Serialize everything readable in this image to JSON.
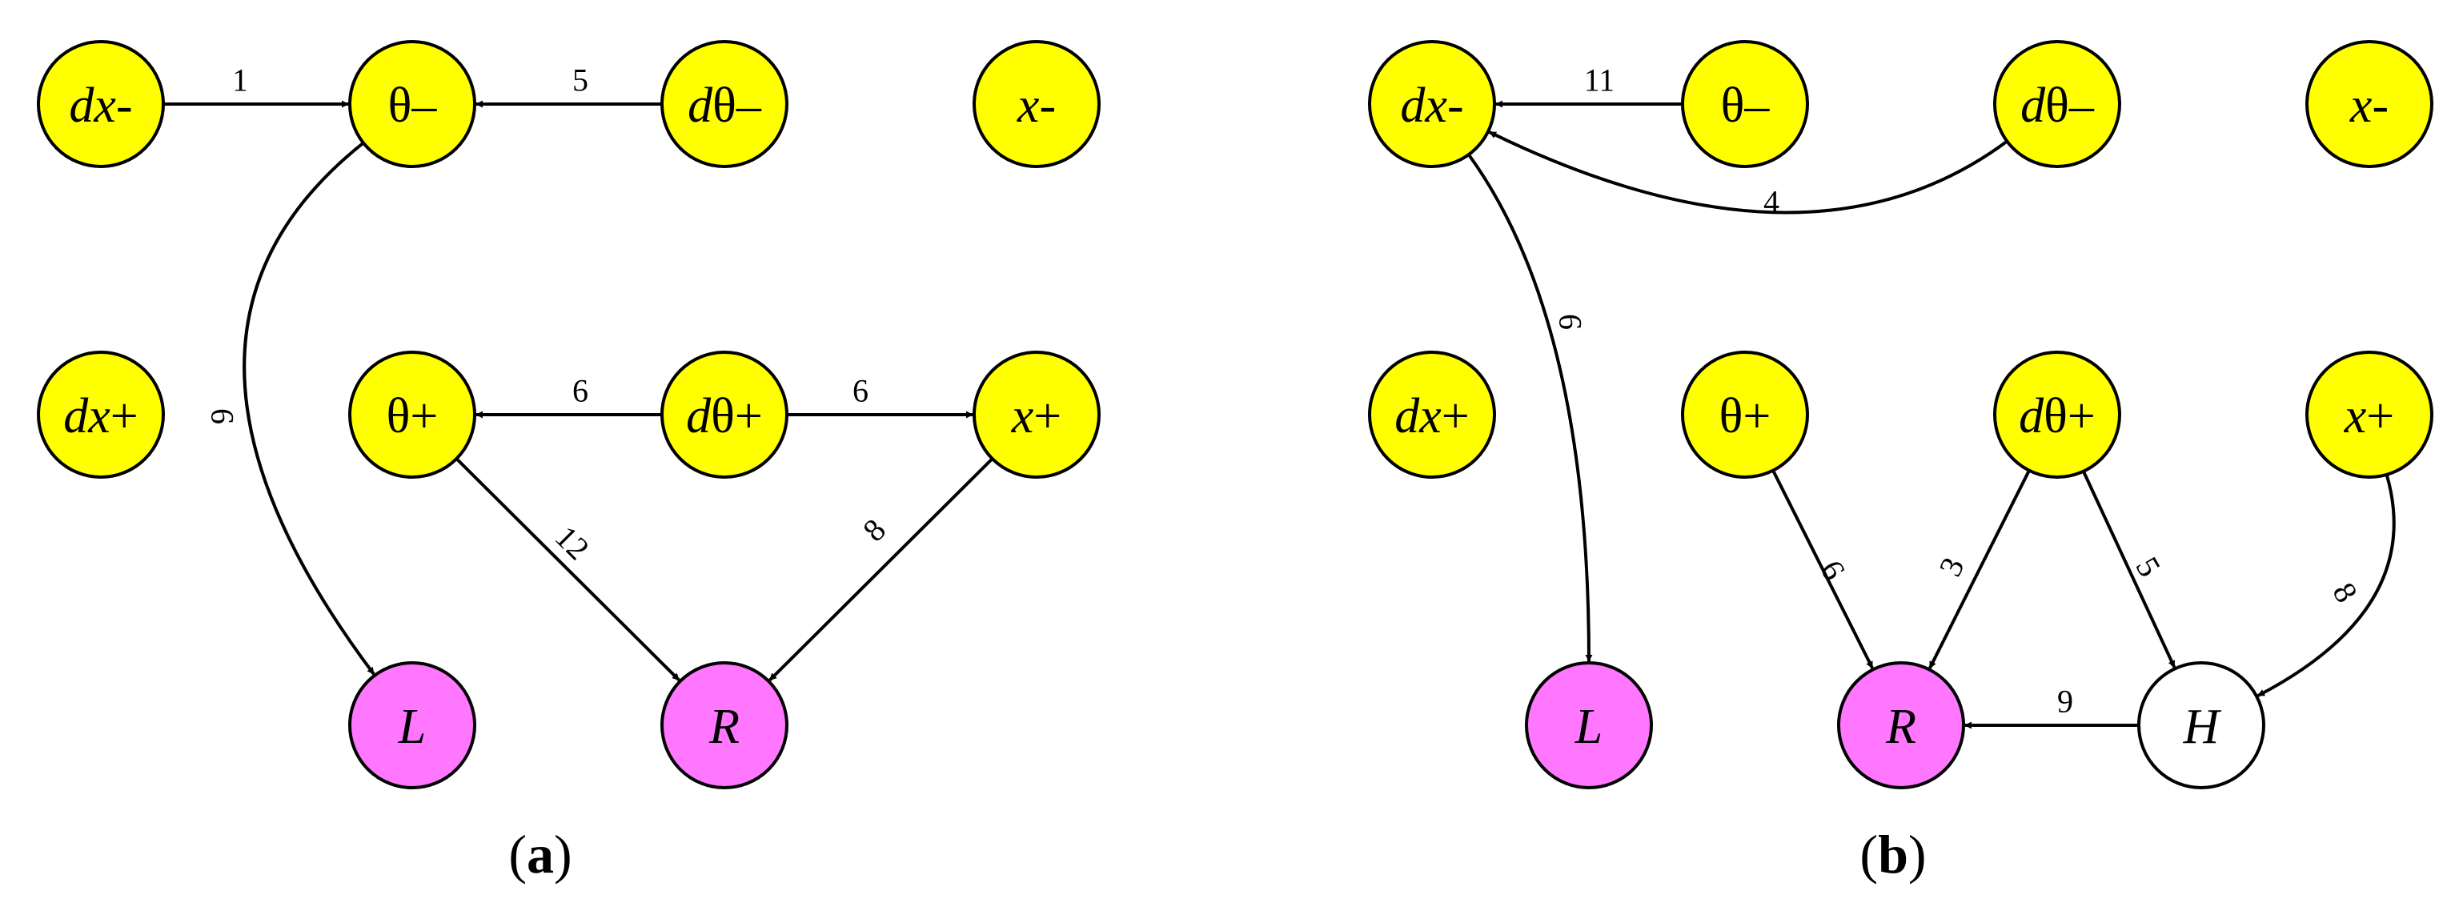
{
  "colors": {
    "input_node": "#ffff00",
    "output_node": "#ff77ff",
    "hidden_node": "#ffffff",
    "stroke": "#000000"
  },
  "panels": [
    {
      "id": "a",
      "caption": {
        "open": "(",
        "letter": "a",
        "close": ")"
      },
      "nodes": [
        {
          "id": "dxm",
          "prefix": "d",
          "main": "x",
          "suffix": "-",
          "italic_main": true,
          "type": "input"
        },
        {
          "id": "thm",
          "prefix": "",
          "main": "θ",
          "suffix": "–",
          "italic_main": false,
          "type": "input"
        },
        {
          "id": "dthm",
          "prefix": "d",
          "main": "θ",
          "suffix": "–",
          "italic_main": false,
          "type": "input"
        },
        {
          "id": "xm",
          "prefix": "",
          "main": "x",
          "suffix": "-",
          "italic_main": true,
          "type": "input"
        },
        {
          "id": "dxp",
          "prefix": "d",
          "main": "x",
          "suffix": "+",
          "italic_main": true,
          "type": "input"
        },
        {
          "id": "thp",
          "prefix": "",
          "main": "θ",
          "suffix": "+",
          "italic_main": false,
          "type": "input"
        },
        {
          "id": "dthp",
          "prefix": "d",
          "main": "θ",
          "suffix": "+",
          "italic_main": false,
          "type": "input"
        },
        {
          "id": "xp",
          "prefix": "",
          "main": "x",
          "suffix": "+",
          "italic_main": true,
          "type": "input"
        },
        {
          "id": "L",
          "prefix": "",
          "main": "L",
          "suffix": "",
          "italic_main": true,
          "type": "output"
        },
        {
          "id": "R",
          "prefix": "",
          "main": "R",
          "suffix": "",
          "italic_main": true,
          "type": "output"
        }
      ],
      "edges": [
        {
          "from": "dxm",
          "to": "thm",
          "weight": "1"
        },
        {
          "from": "dthm",
          "to": "thm",
          "weight": "5"
        },
        {
          "from": "thm",
          "to": "L",
          "weight": "6"
        },
        {
          "from": "dthp",
          "to": "thp",
          "weight": "6"
        },
        {
          "from": "dthp",
          "to": "xp",
          "weight": "6"
        },
        {
          "from": "thp",
          "to": "R",
          "weight": "12"
        },
        {
          "from": "xp",
          "to": "R",
          "weight": "8"
        }
      ]
    },
    {
      "id": "b",
      "caption": {
        "open": "(",
        "letter": "b",
        "close": ")"
      },
      "nodes": [
        {
          "id": "dxm",
          "prefix": "d",
          "main": "x",
          "suffix": "-",
          "italic_main": true,
          "type": "input"
        },
        {
          "id": "thm",
          "prefix": "",
          "main": "θ",
          "suffix": "–",
          "italic_main": false,
          "type": "input"
        },
        {
          "id": "dthm",
          "prefix": "d",
          "main": "θ",
          "suffix": "–",
          "italic_main": false,
          "type": "input"
        },
        {
          "id": "xm",
          "prefix": "",
          "main": "x",
          "suffix": "-",
          "italic_main": true,
          "type": "input"
        },
        {
          "id": "dxp",
          "prefix": "d",
          "main": "x",
          "suffix": "+",
          "italic_main": true,
          "type": "input"
        },
        {
          "id": "thp",
          "prefix": "",
          "main": "θ",
          "suffix": "+",
          "italic_main": false,
          "type": "input"
        },
        {
          "id": "dthp",
          "prefix": "d",
          "main": "θ",
          "suffix": "+",
          "italic_main": false,
          "type": "input"
        },
        {
          "id": "xp",
          "prefix": "",
          "main": "x",
          "suffix": "+",
          "italic_main": true,
          "type": "input"
        },
        {
          "id": "L",
          "prefix": "",
          "main": "L",
          "suffix": "",
          "italic_main": true,
          "type": "output"
        },
        {
          "id": "R",
          "prefix": "",
          "main": "R",
          "suffix": "",
          "italic_main": true,
          "type": "output"
        },
        {
          "id": "H",
          "prefix": "",
          "main": "H",
          "suffix": "",
          "italic_main": true,
          "type": "hidden"
        }
      ],
      "edges": [
        {
          "from": "thm",
          "to": "dxm",
          "weight": "11"
        },
        {
          "from": "dthm",
          "to": "dxm",
          "weight": "4"
        },
        {
          "from": "dxm",
          "to": "L",
          "weight": "6"
        },
        {
          "from": "thp",
          "to": "R",
          "weight": "6"
        },
        {
          "from": "dthp",
          "to": "R",
          "weight": "3"
        },
        {
          "from": "dthp",
          "to": "H",
          "weight": "5"
        },
        {
          "from": "xp",
          "to": "H",
          "weight": "8"
        },
        {
          "from": "H",
          "to": "R",
          "weight": "9"
        }
      ]
    }
  ]
}
